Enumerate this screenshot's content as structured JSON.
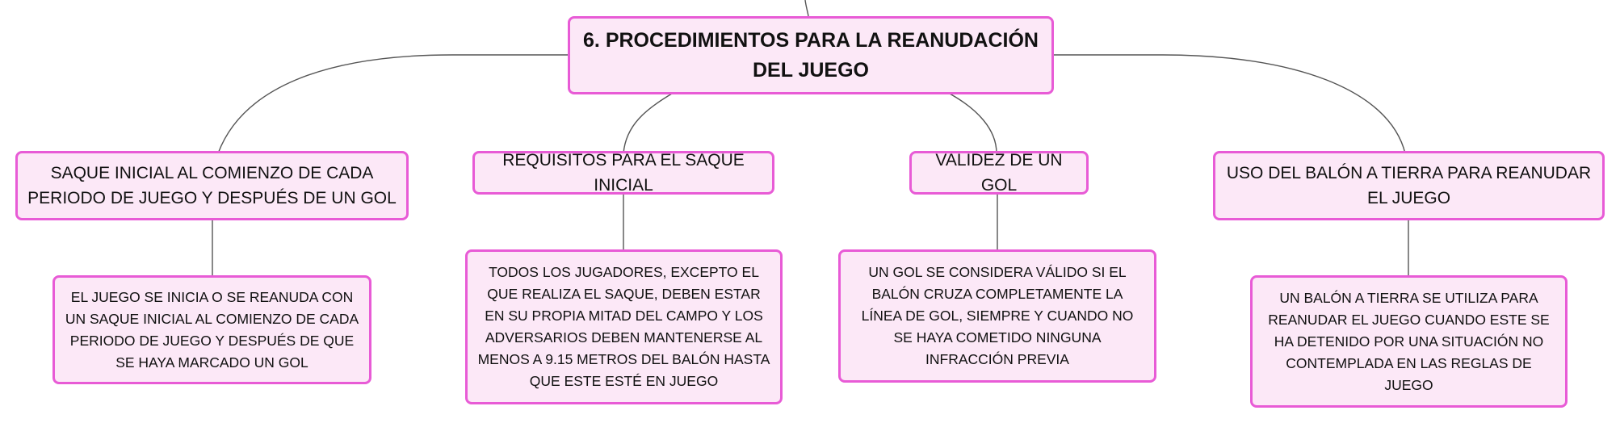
{
  "diagram": {
    "root": {
      "text": "6. PROCEDIMIENTOS PARA LA REANUDACIÓN DEL JUEGO"
    },
    "branches": [
      {
        "topic": "SAQUE INICIAL AL COMIENZO DE CADA PERIODO DE JUEGO Y DESPUÉS DE UN GOL",
        "detail": "EL JUEGO SE INICIA O SE REANUDA CON UN SAQUE INICIAL AL COMIENZO DE CADA PERIODO DE JUEGO Y DESPUÉS DE QUE SE HAYA MARCADO UN GOL"
      },
      {
        "topic": "REQUISITOS PARA EL SAQUE INICIAL",
        "detail": "TODOS LOS JUGADORES, EXCEPTO EL QUE REALIZA EL SAQUE, DEBEN ESTAR EN SU PROPIA MITAD DEL CAMPO Y LOS ADVERSARIOS DEBEN MANTENERSE AL MENOS A 9.15 METROS DEL BALÓN HASTA QUE ESTE ESTÉ EN JUEGO"
      },
      {
        "topic": "VALIDEZ DE UN GOL",
        "detail": "UN GOL SE CONSIDERA VÁLIDO SI EL BALÓN CRUZA COMPLETAMENTE LA LÍNEA DE GOL, SIEMPRE Y CUANDO NO SE HAYA COMETIDO NINGUNA INFRACCIÓN PREVIA"
      },
      {
        "topic": "USO DEL BALÓN A TIERRA PARA REANUDAR EL JUEGO",
        "detail": "UN BALÓN A TIERRA SE UTILIZA PARA REANUDAR EL JUEGO CUANDO ESTE SE HA DETENIDO POR UNA SITUACIÓN NO CONTEMPLADA EN LAS REGLAS DE JUEGO"
      }
    ],
    "colors": {
      "node_fill": "#fce8f7",
      "node_border": "#e85bd6",
      "connector": "#555555",
      "text": "#111111"
    }
  }
}
